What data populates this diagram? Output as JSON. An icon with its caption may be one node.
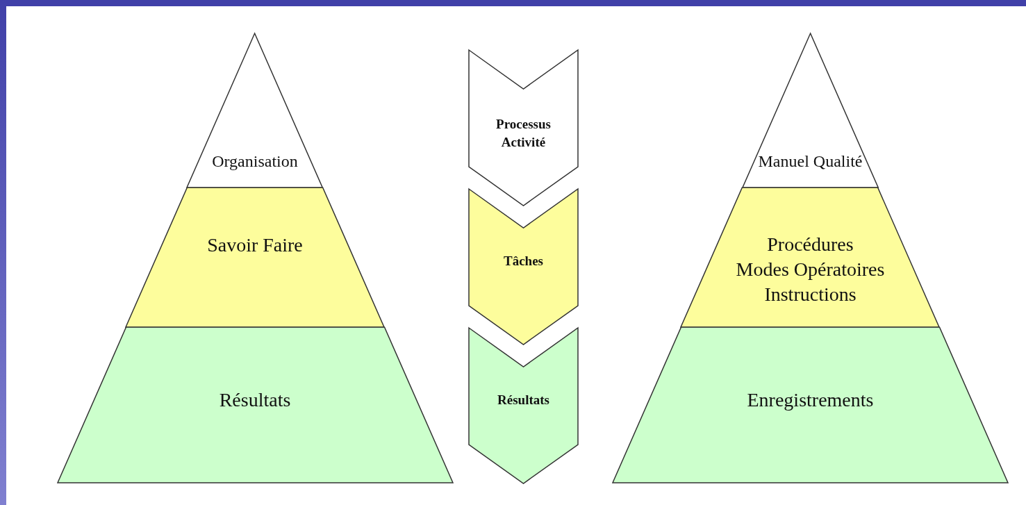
{
  "diagram": {
    "nodes": [
      {
        "text": [
          "Organisation"
        ]
      },
      {
        "text": [
          "Savoir Faire"
        ]
      },
      {
        "text": [
          "Résultats"
        ]
      },
      {
        "text": [
          "Processus Activité"
        ]
      },
      {
        "text": [
          "Tâches"
        ]
      },
      {
        "text": [
          "Résultats"
        ]
      },
      {
        "text": [
          "Manuel Qualité"
        ]
      },
      {
        "text": [
          "Procédures",
          "Modes Opératoires",
          "Instructions"
        ]
      },
      {
        "text": [
          "Enregistrements"
        ]
      }
    ]
  }
}
